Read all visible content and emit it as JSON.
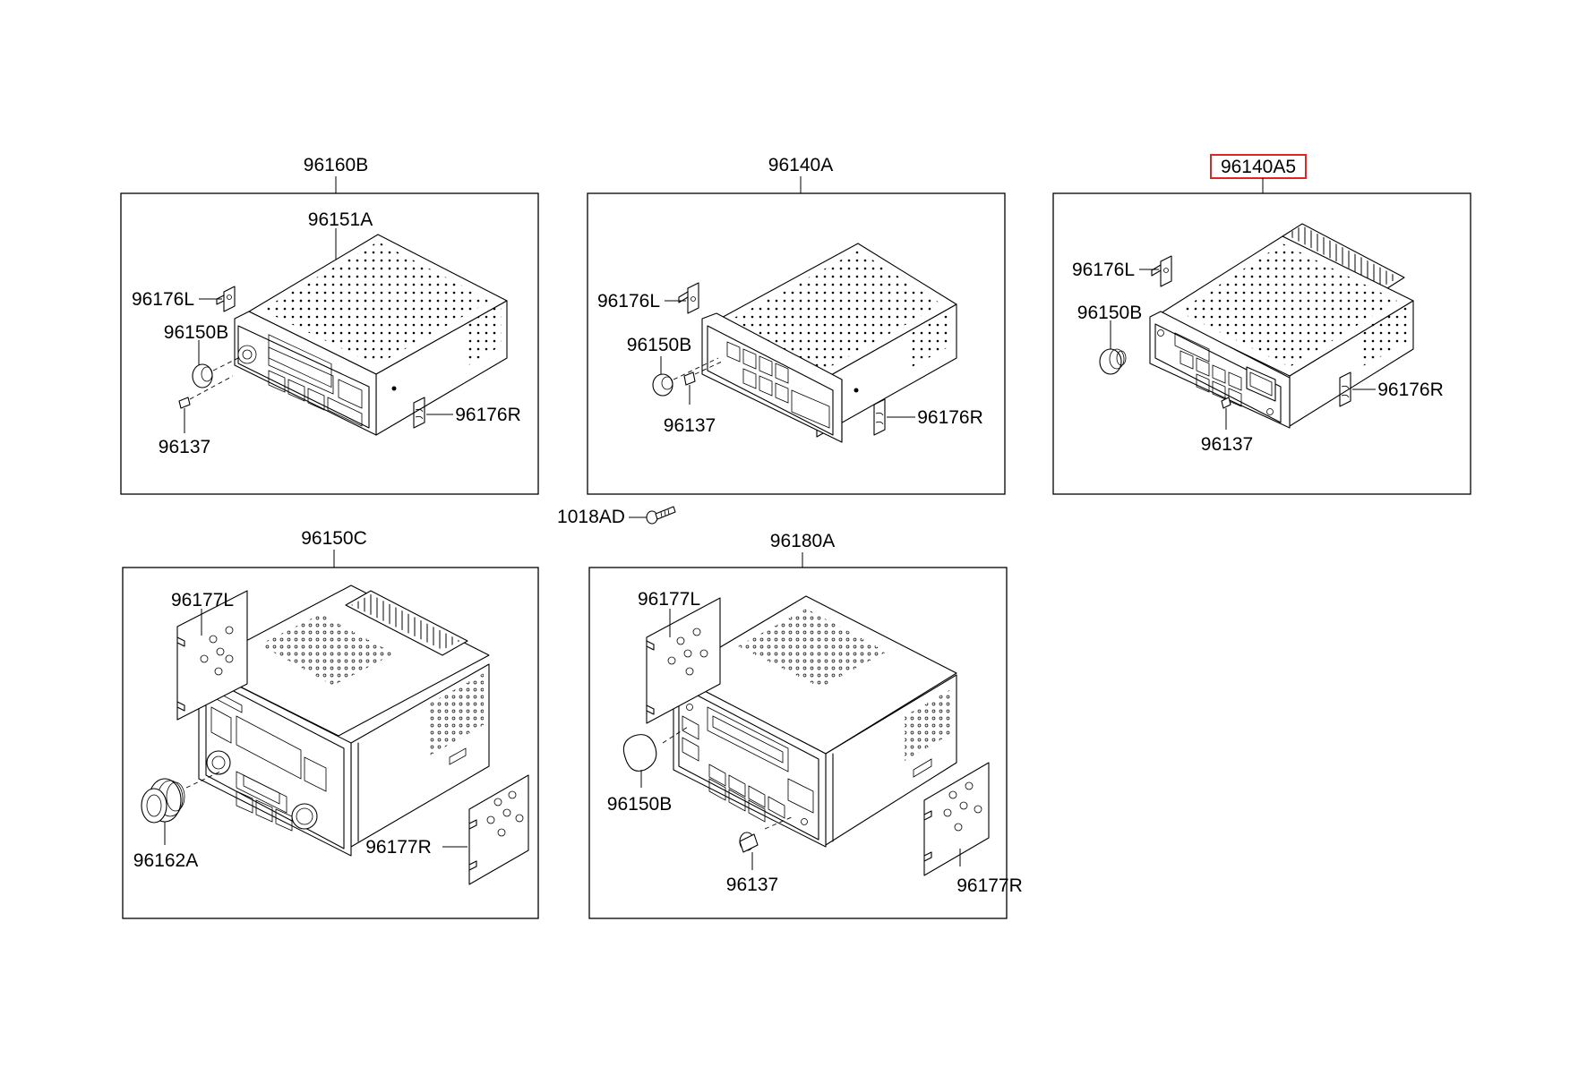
{
  "colors": {
    "highlight": "#e0261f",
    "ink": "#000000",
    "background": "#ffffff"
  },
  "groups": {
    "g1": {
      "assembly": "96160B",
      "parts": {
        "face": "96151A",
        "bracket_left": "96176L",
        "knob": "96150B",
        "pin": "96137",
        "bracket_right": "96176R"
      }
    },
    "g2": {
      "assembly": "96140A",
      "parts": {
        "bracket_left": "96176L",
        "knob": "96150B",
        "pin": "96137",
        "bracket_right": "96176R"
      }
    },
    "g3": {
      "assembly": "96140A5",
      "highlighted": true,
      "parts": {
        "bracket_left": "96176L",
        "knob": "96150B",
        "pin": "96137",
        "bracket_right": "96176R"
      }
    },
    "g4": {
      "assembly": "96150C",
      "parts": {
        "plate_left": "96177L",
        "knob": "96162A",
        "plate_right": "96177R"
      }
    },
    "g5": {
      "assembly": "96180A",
      "parts": {
        "plate_left": "96177L",
        "knob": "96150B",
        "pin": "96137",
        "plate_right": "96177R"
      }
    }
  },
  "screw": {
    "label": "1018AD"
  }
}
